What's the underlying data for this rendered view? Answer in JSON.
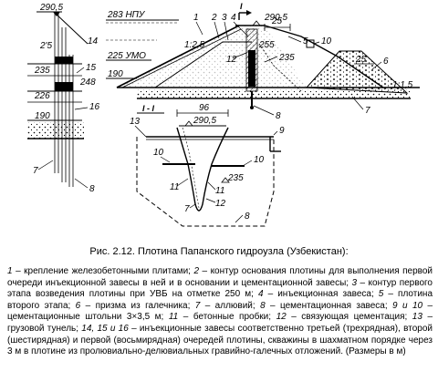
{
  "figure": {
    "elev": {
      "e2905_left": "290,5",
      "e283": "283 НПУ",
      "e2905_top": "290,5",
      "e25_top": "25",
      "e255": "255",
      "e235_right": "235",
      "e225": "225 УМО",
      "e190_right": "190",
      "e235_left": "235",
      "e226": "226",
      "e190_left": "190",
      "e248": "248",
      "e25_right": "25",
      "e25_left": "2'5",
      "e235_section": "235",
      "e2905_section": "290,5",
      "e96": "96"
    },
    "slope": {
      "s1": "1:2,5",
      "s2": "1:1,5"
    },
    "section_mark": {
      "top": "I",
      "section_title": "I - I"
    },
    "labels": {
      "n1": "1",
      "n2": "2",
      "n3": "3",
      "n4": "4",
      "n5": "5",
      "n6": "6",
      "n7_right": "7",
      "n8_right": "8",
      "n10_top": "10",
      "n12_top": "12",
      "n14": "14",
      "n15": "15",
      "n16": "16",
      "n7_left": "7",
      "n8_left": "8",
      "n13": "13",
      "n9": "9",
      "n10_sec_l": "10",
      "n10_sec_r": "10",
      "n11_l": "11",
      "n11_r": "11",
      "n7_sec": "7",
      "n12_sec": "12",
      "n8_sec": "8"
    }
  },
  "caption": "Рис. 2.12. Плотина Папанского гидроузла (Узбекистан):",
  "legend": [
    {
      "n": "1",
      "t": " – крепление железобетонными плитами; "
    },
    {
      "n": "2",
      "t": " – контур основания плотины для выполнения первой очереди инъекционной завесы в ней и в основании и цементационной завесы; "
    },
    {
      "n": "3",
      "t": " – контур первого этапа возведения плотины при УВБ на отметке 250 м; "
    },
    {
      "n": "4",
      "t": " – инъекционная завеса; "
    },
    {
      "n": "5",
      "t": " – плотина второго этапа; "
    },
    {
      "n": "6",
      "t": " – призма из галечника; "
    },
    {
      "n": "7",
      "t": " – аллювий; "
    },
    {
      "n": "8",
      "t": " – цементационная завеса; "
    },
    {
      "n": "9 и 10",
      "t": " – цементационные штольни 3×3,5 м; "
    },
    {
      "n": "11",
      "t": " – бетонные пробки; "
    },
    {
      "n": "12",
      "t": " – связующая цементация; "
    },
    {
      "n": "13",
      "t": " – грузовой тунель; "
    },
    {
      "n": "14, 15 и 16",
      "t": " – инъекционные завесы соответственно третьей (трехрядная), второй (шестирядная) и первой (восьмирядная) очередей плотины, скважины в шахматном порядке через 3 м в плотине из пролювиально-делювиальных гравийно-галечных отложений. (Размеры в м)"
    }
  ]
}
